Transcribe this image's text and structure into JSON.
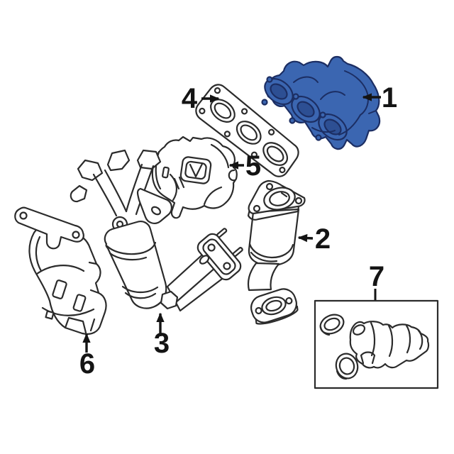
{
  "diagram": {
    "colors": {
      "background": "#ffffff",
      "line": "#2b2b2b",
      "label": "#141414",
      "highlight_fill": "#3b66b1",
      "highlight_stroke": "#1c2e63",
      "highlight_bore": "#2d4f93"
    },
    "callouts": [
      {
        "label": "1",
        "part": "exhaust-manifold-highlighted"
      },
      {
        "label": "2",
        "part": "catalytic-converter-downpipe"
      },
      {
        "label": "3",
        "part": "manifold-converter-assembly"
      },
      {
        "label": "4",
        "part": "exhaust-manifold-gasket"
      },
      {
        "label": "5",
        "part": "manifold-heat-shield"
      },
      {
        "label": "6",
        "part": "converter-heat-shield"
      },
      {
        "label": "7",
        "part": "boxed-pipe-kit"
      }
    ]
  }
}
